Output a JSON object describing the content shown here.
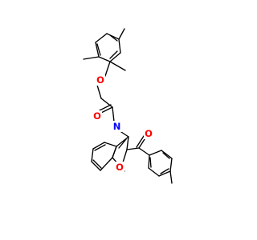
{
  "colors": {
    "background": "#ffffff",
    "bond": "#000000",
    "oxygen": "#ff0000",
    "nitrogen": "#0000ff"
  },
  "molecule": {
    "atoms": {
      "o_ether": {
        "label": "O",
        "element": "oxygen"
      },
      "o_amide": {
        "label": "O",
        "element": "oxygen"
      },
      "n_amide": {
        "label": "N",
        "element": "nitrogen"
      },
      "o_furan": {
        "label": "O",
        "element": "oxygen"
      },
      "o_ketone": {
        "label": "O",
        "element": "oxygen"
      }
    }
  }
}
